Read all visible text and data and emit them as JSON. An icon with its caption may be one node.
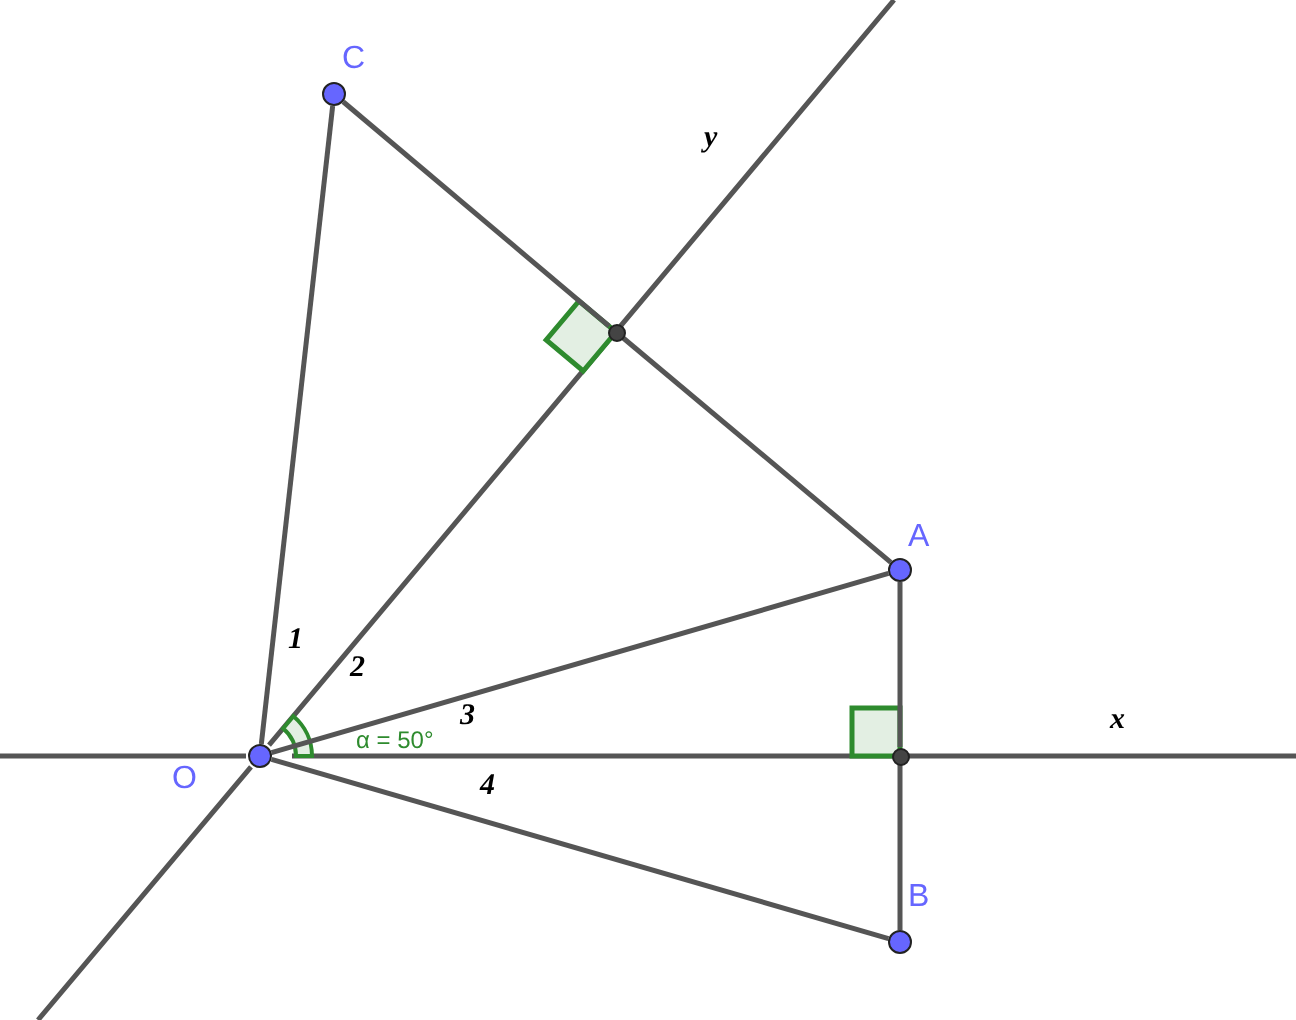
{
  "diagram": {
    "nodes": [
      {
        "text": [],
        "shape": "circle",
        "beside": [
          "C"
        ]
      },
      {
        "text": [],
        "shape": "circle"
      },
      {
        "text": [],
        "shape": "circle",
        "beside": [
          "A"
        ]
      },
      {
        "text": [],
        "shape": "circle",
        "beside": [
          "O"
        ]
      },
      {
        "text": [],
        "shape": "circle"
      },
      {
        "text": [],
        "shape": "circle",
        "beside": [
          "B"
        ]
      }
    ],
    "edges": [
      {
        "from": 3,
        "to": 0,
        "arrow": "none"
      },
      {
        "from": 3,
        "to": 2,
        "arrow": "none"
      },
      {
        "from": 3,
        "to": 5,
        "arrow": "none"
      },
      {
        "from": 0,
        "to": 1,
        "arrow": "none"
      },
      {
        "from": 1,
        "to": 2,
        "arrow": "none"
      },
      {
        "from": 2,
        "to": 4,
        "arrow": "none"
      },
      {
        "from": 4,
        "to": 5,
        "arrow": "none"
      }
    ],
    "labels": [
      "y",
      "x",
      "1",
      "2",
      "α = 50°",
      "3",
      "4"
    ]
  }
}
